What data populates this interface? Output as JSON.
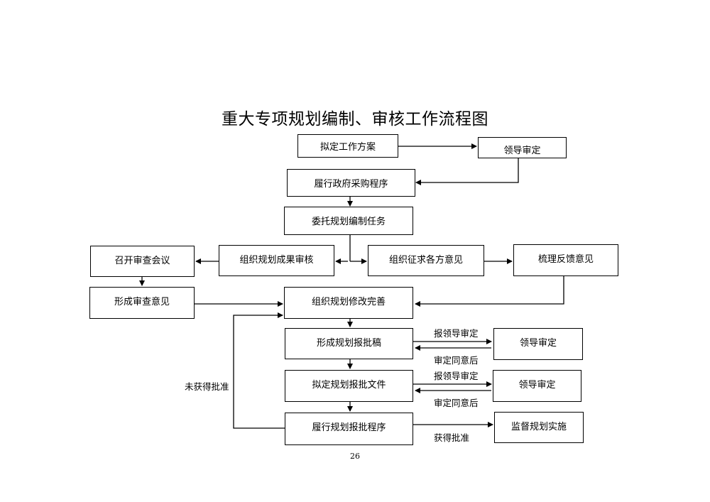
{
  "title": "重大专项规划编制、审核工作流程图",
  "nodes": {
    "draft_plan": "拟定工作方案",
    "leader_review_1": "领导审定",
    "procurement": "履行政府采购程序",
    "entrust": "委托规划编制任务",
    "review_meeting": "召开审查会议",
    "org_review": "组织规划成果审核",
    "collect_opinions": "组织征求各方意见",
    "feedback": "梳理反馈意见",
    "review_opinion": "形成审查意见",
    "revise": "组织规划修改完善",
    "draft_submission": "形成规划报批稿",
    "leader_review_2": "领导审定",
    "submission_docs": "拟定规划报批文件",
    "leader_review_3": "领导审定",
    "approval_procedure": "履行规划报批程序",
    "supervise": "监督规划实施"
  },
  "edge_labels": {
    "report_1": "报领导审定",
    "approved_1": "审定同意后",
    "report_2": "报领导审定",
    "approved_2": "审定同意后",
    "approved_final": "获得批准",
    "not_approved": "未获得批准"
  },
  "page_number": "26"
}
